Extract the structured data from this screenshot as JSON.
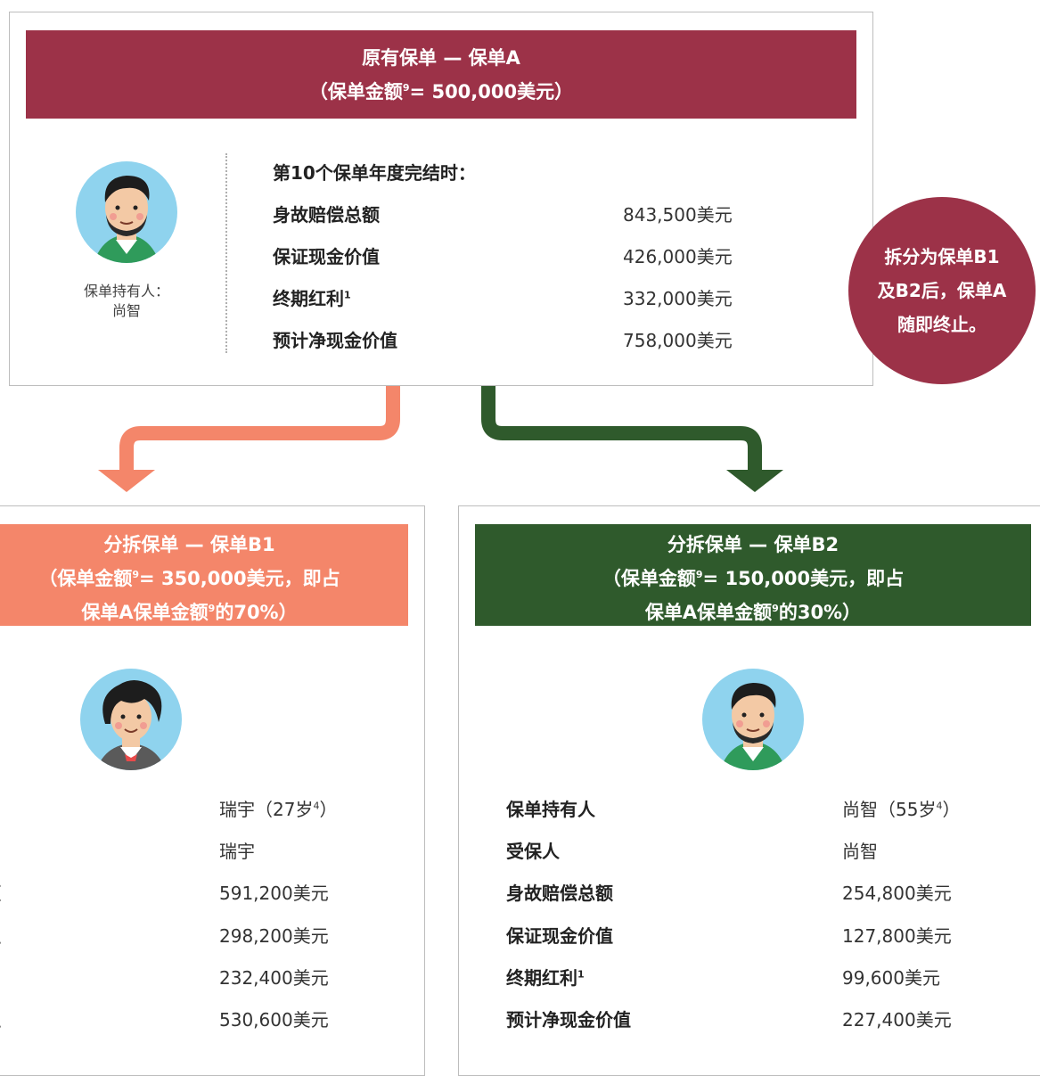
{
  "policy_a": {
    "title_line1": "原有保单 — 保单A",
    "title_line2_pre": "（保单金额",
    "title_line2_sup": "9",
    "title_line2_post": "= 500,000美元）",
    "owner_label": "保单持有人：",
    "owner_name": "尚智",
    "year_heading": "第10个保单年度完结时：",
    "rows": [
      {
        "label": "身故赔偿总额",
        "sup": "",
        "value": "843,500美元"
      },
      {
        "label": "保证现金价值",
        "sup": "",
        "value": "426,000美元"
      },
      {
        "label": "终期红利",
        "sup": "1",
        "value": "332,000美元"
      },
      {
        "label": "预计净现金价值",
        "sup": "",
        "value": "758,000美元"
      }
    ]
  },
  "termination_note": {
    "line1": "拆分为保单B1",
    "line2": "及B2后，保单A",
    "line3": "随即终止。"
  },
  "policy_b1": {
    "title_line1": "分拆保单 — 保单B1",
    "title_line2_pre": "（保单金额",
    "title_line2_sup": "9",
    "title_line2_post": "= 350,000美元，即占",
    "title_line3_pre": "保单A保单金额",
    "title_line3_sup": "9",
    "title_line3_post": "的70%）",
    "rows": [
      {
        "label": "",
        "value": "瑞宇（27岁",
        "value_sup": "4",
        "value_post": "）"
      },
      {
        "label": "",
        "value": "瑞宇",
        "value_sup": "",
        "value_post": ""
      },
      {
        "label": "额",
        "value": "591,200美元",
        "value_sup": "",
        "value_post": ""
      },
      {
        "label": "值",
        "value": "298,200美元",
        "value_sup": "",
        "value_post": ""
      },
      {
        "label": "",
        "value": "232,400美元",
        "value_sup": "",
        "value_post": ""
      },
      {
        "label": "价值",
        "value": "530,600美元",
        "value_sup": "",
        "value_post": ""
      }
    ]
  },
  "policy_b2": {
    "title_line1": "分拆保单 — 保单B2",
    "title_line2_pre": "（保单金额",
    "title_line2_sup": "9",
    "title_line2_post": "= 150,000美元，即占",
    "title_line3_pre": "保单A保单金额",
    "title_line3_sup": "9",
    "title_line3_post": "的30%）",
    "rows": [
      {
        "label": "保单持有人",
        "sup": "",
        "value": "尚智（55岁",
        "value_sup": "4",
        "value_post": "）"
      },
      {
        "label": "受保人",
        "sup": "",
        "value": "尚智",
        "value_sup": "",
        "value_post": ""
      },
      {
        "label": "身故赔偿总额",
        "sup": "",
        "value": "254,800美元",
        "value_sup": "",
        "value_post": ""
      },
      {
        "label": "保证现金价值",
        "sup": "",
        "value": "127,800美元",
        "value_sup": "",
        "value_post": ""
      },
      {
        "label": "终期红利",
        "sup": "1",
        "value": "99,600美元",
        "value_sup": "",
        "value_post": ""
      },
      {
        "label": "预计净现金价值",
        "sup": "",
        "value": "227,400美元",
        "value_sup": "",
        "value_post": ""
      }
    ]
  },
  "colors": {
    "policy_a": "#9c3248",
    "policy_b1": "#f4866a",
    "policy_b2": "#2f5a2c"
  },
  "icons": {
    "avatar_a": "man-avatar-icon",
    "avatar_b1": "young-man-avatar-icon",
    "avatar_b2": "man-avatar-icon",
    "arrow_left": "orange-curved-arrow-icon",
    "arrow_right": "green-curved-arrow-icon"
  }
}
